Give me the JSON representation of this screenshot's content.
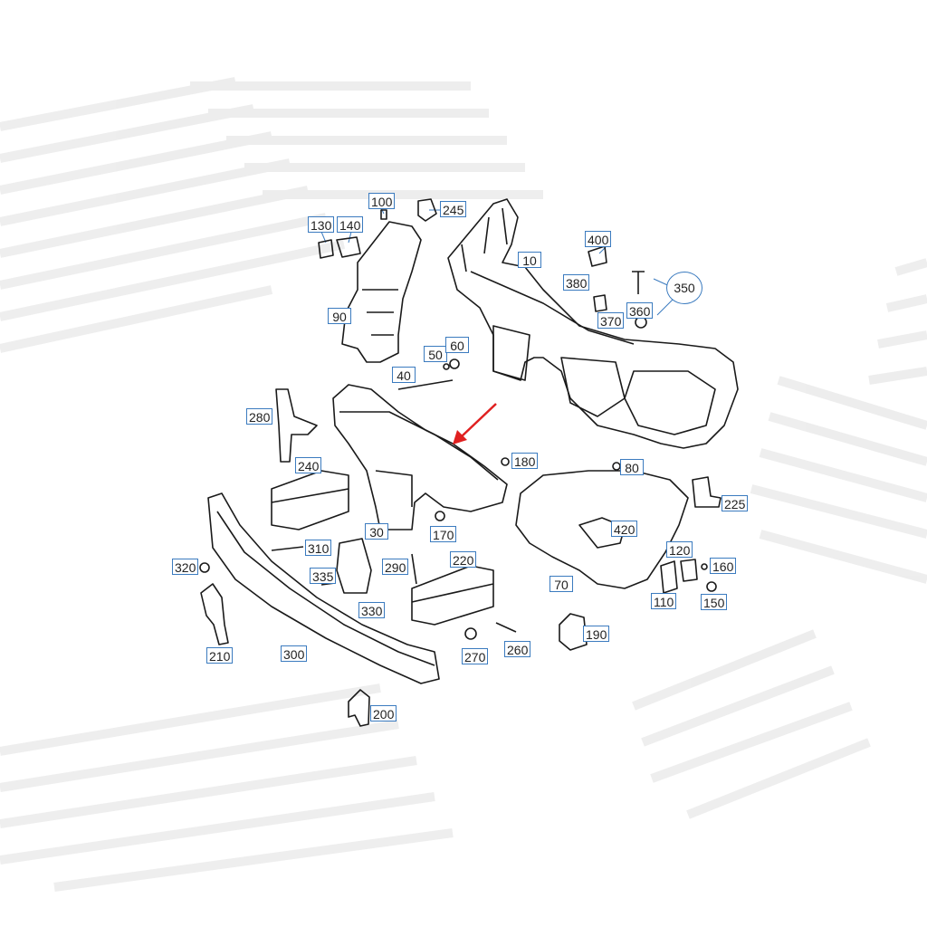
{
  "diagram": {
    "callouts": [
      {
        "label": "100"
      },
      {
        "label": "130"
      },
      {
        "label": "140"
      },
      {
        "label": "245"
      },
      {
        "label": "10"
      },
      {
        "label": "400"
      },
      {
        "label": "380"
      },
      {
        "label": "350"
      },
      {
        "label": "370"
      },
      {
        "label": "360"
      },
      {
        "label": "90"
      },
      {
        "label": "50"
      },
      {
        "label": "60"
      },
      {
        "label": "40"
      },
      {
        "label": "280"
      },
      {
        "label": "240"
      },
      {
        "label": "180"
      },
      {
        "label": "80"
      },
      {
        "label": "225"
      },
      {
        "label": "30"
      },
      {
        "label": "170"
      },
      {
        "label": "420"
      },
      {
        "label": "320"
      },
      {
        "label": "310"
      },
      {
        "label": "290"
      },
      {
        "label": "220"
      },
      {
        "label": "335"
      },
      {
        "label": "120"
      },
      {
        "label": "160"
      },
      {
        "label": "70"
      },
      {
        "label": "330"
      },
      {
        "label": "110"
      },
      {
        "label": "150"
      },
      {
        "label": "190"
      },
      {
        "label": "210"
      },
      {
        "label": "300"
      },
      {
        "label": "270"
      },
      {
        "label": "260"
      },
      {
        "label": "200"
      }
    ],
    "colors": {
      "callout_border": "#3b7bbf",
      "line_art": "#1a1a1a",
      "highlight_arrow": "#e02020",
      "watermark": "#e9e9e9"
    }
  }
}
